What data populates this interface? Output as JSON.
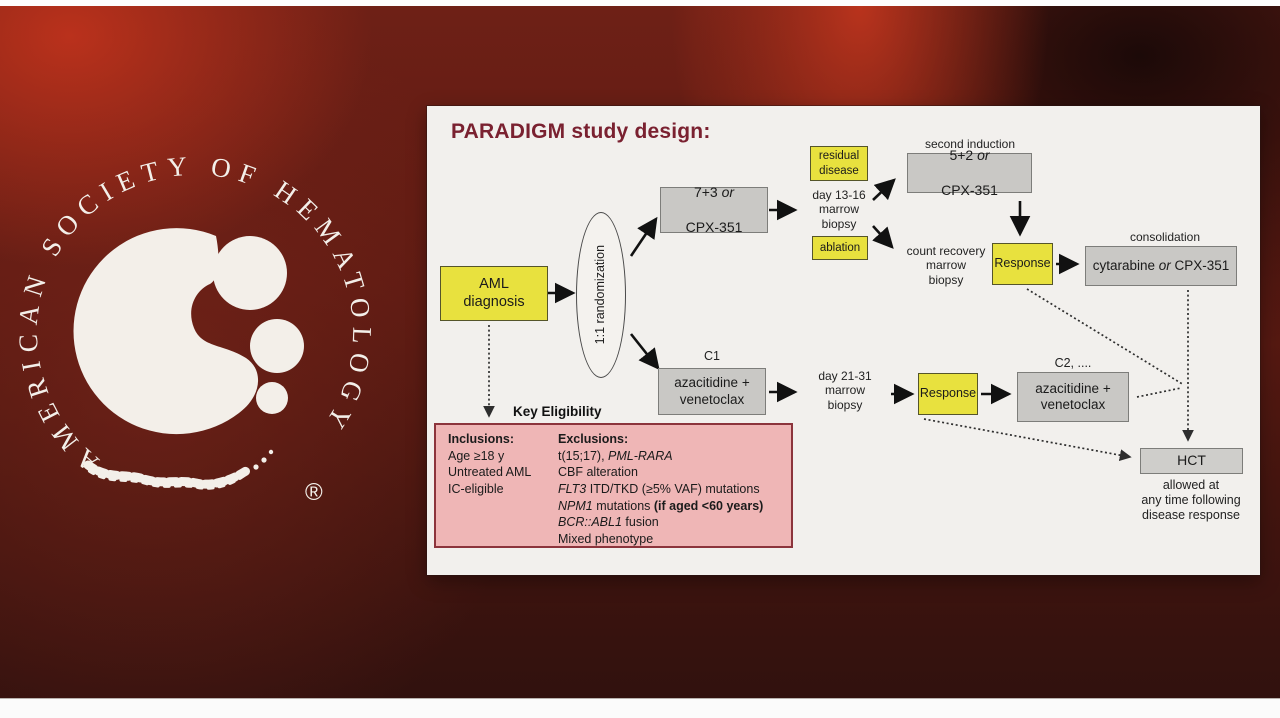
{
  "logo": {
    "arc_text": "AMERICAN SOCIETY OF HEMATOLOGY",
    "registered_mark": "®"
  },
  "slide": {
    "title": "PARADIGM study design:",
    "start": {
      "aml_box": "AML\ndiagnosis",
      "randomization": "1:1 randomization"
    },
    "arm_top": {
      "induction_pre": "7+3 ",
      "induction_or": "or",
      "induction_line2": "CPX-351",
      "residual": "residual\ndisease",
      "day_biopsy": "day 13-16\nmarrow\nbiopsy",
      "ablation": "ablation",
      "second_induction_label": "second induction",
      "second_pre": "5+2 ",
      "second_or": "or",
      "second_line2": "CPX-351",
      "count_recovery": "count recovery\nmarrow\nbiopsy",
      "response": "Response",
      "consolidation_label": "consolidation",
      "consol_pre": "cytarabine ",
      "consol_or": "or",
      "consol_post": " CPX-351"
    },
    "arm_bottom": {
      "c1_label": "C1",
      "c1_box": "azacitidine +\nvenetoclax",
      "day_biopsy": "day 21-31\nmarrow\nbiopsy",
      "response": "Response",
      "c2_label": "C2, ....",
      "c2_box": "azacitidine +\nvenetoclax"
    },
    "hct": {
      "box": "HCT",
      "note": "allowed at\nany time following\ndisease response"
    },
    "eligibility": {
      "label": "Key Eligibility",
      "inclusions": {
        "header": "Inclusions:",
        "items": [
          "Age ≥18 y",
          "Untreated AML",
          "IC-eligible"
        ]
      },
      "exclusions": {
        "header": "Exclusions:",
        "l1a": "t(15;17), ",
        "l1b": "PML-RARA",
        "l2": "CBF alteration",
        "l3a": "FLT3",
        "l3b": " ITD/TKD (≥5% VAF) mutations",
        "l4a": "NPM1",
        "l4b": " mutations ",
        "l4c": "(if aged <60 years)",
        "l5a": "BCR::ABL1",
        "l5b": " fusion",
        "l6": "Mixed phenotype"
      }
    }
  },
  "colors": {
    "highlight_yellow": "#e8e13e",
    "node_gray": "#c9c8c5",
    "eligibility_pink": "#efb6b6",
    "title_maroon": "#7a2130",
    "slide_background": "#f2f0ed",
    "photo_red": "#6e2016"
  }
}
